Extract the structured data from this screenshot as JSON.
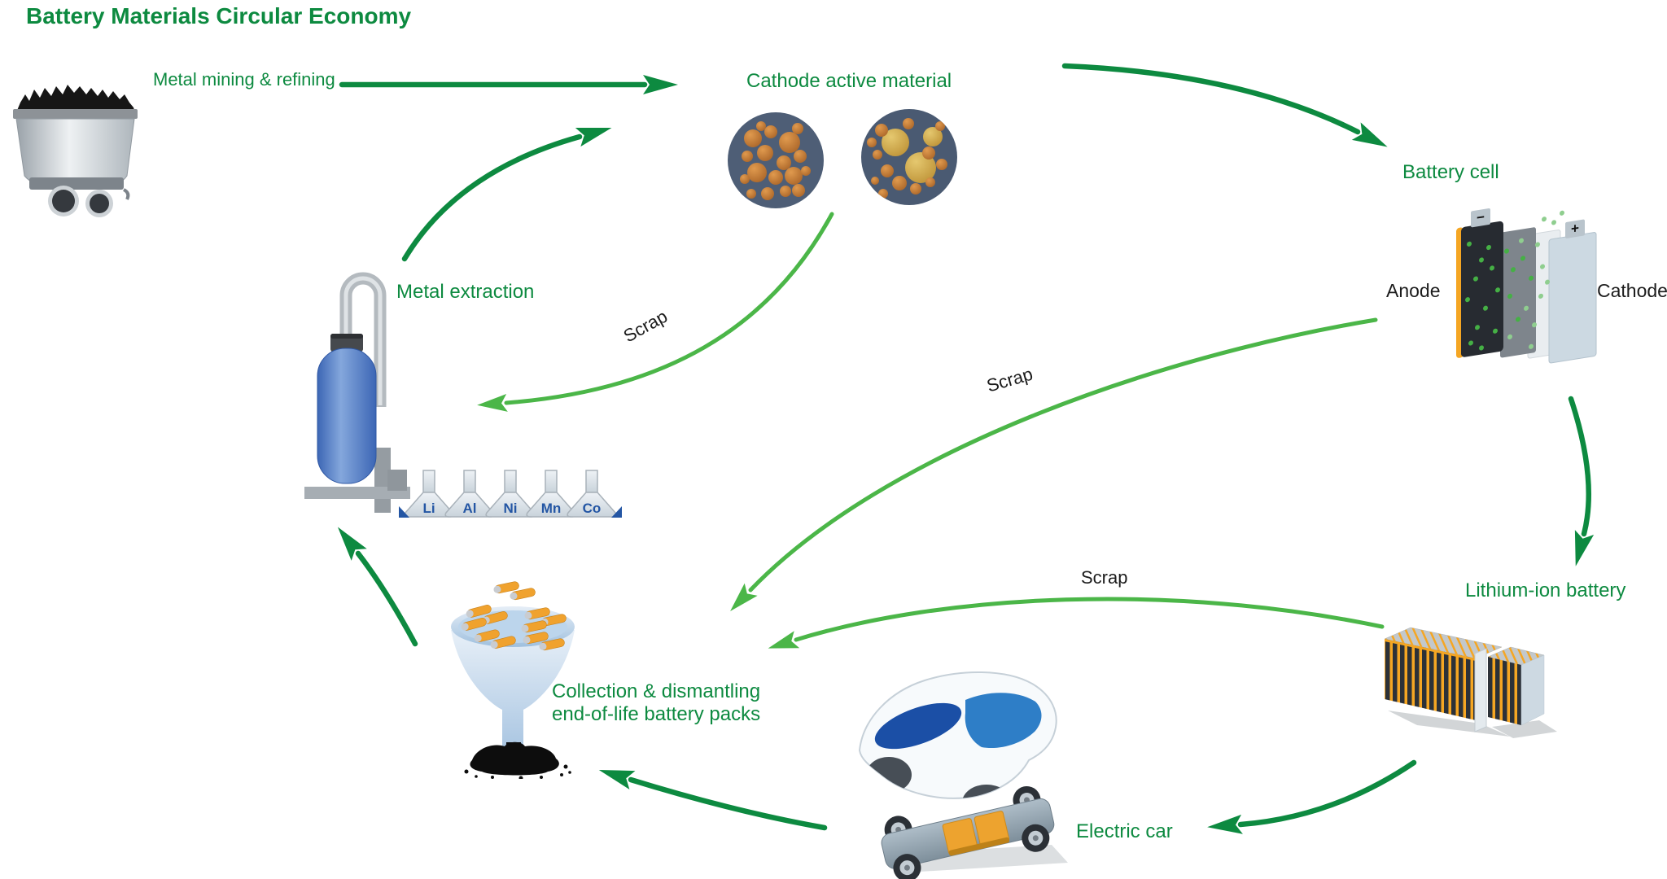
{
  "title": "Battery Materials Circular Economy",
  "colors": {
    "main_arrow_green": "#0d8a40",
    "scrap_arrow_green": "#4bb648",
    "label_green": "#0d8a40",
    "label_black": "#1c1c1c",
    "element_blue": "#2456a4",
    "battery_orange": "#f5a623",
    "vessel_blue": "#4a77c8"
  },
  "labels": {
    "mining": "Metal mining & refining",
    "cathode_material": "Cathode active material",
    "battery_cell": "Battery cell",
    "anode": "Anode",
    "cathode": "Cathode",
    "li_battery": "Lithium-ion battery",
    "electric_car": "Electric car",
    "collection_line1": "Collection & dismantling",
    "collection_line2": "end-of-life battery packs",
    "extraction": "Metal extraction"
  },
  "scrap_labels": {
    "to_extraction": "Scrap",
    "from_cell": "Scrap",
    "from_battery": "Scrap"
  },
  "elements": [
    "Li",
    "Al",
    "Ni",
    "Mn",
    "Co"
  ],
  "battery_cell_terminals": {
    "minus": "−",
    "plus": "+"
  }
}
